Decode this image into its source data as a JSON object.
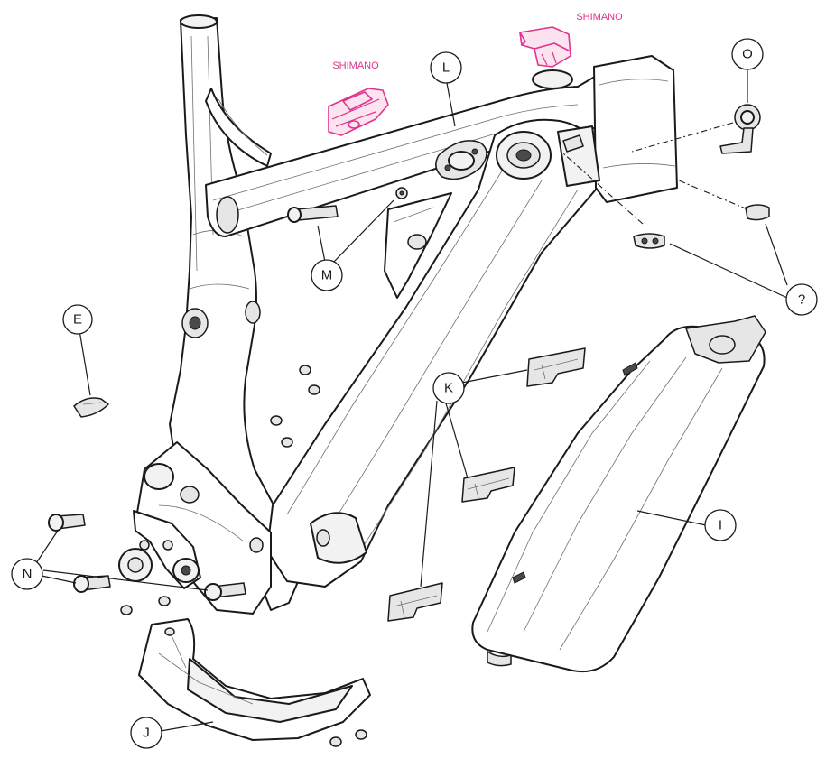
{
  "brand_labels": [
    "SHIMANO",
    "SHIMANO"
  ],
  "callouts": {
    "E": "E",
    "I": "I",
    "J": "J",
    "K": "K",
    "L": "L",
    "M": "M",
    "N": "N",
    "O": "O",
    "Q": "?"
  },
  "colors": {
    "line": "#1a1a1a",
    "shimano_accent": "#e0338d",
    "background": "#ffffff"
  }
}
